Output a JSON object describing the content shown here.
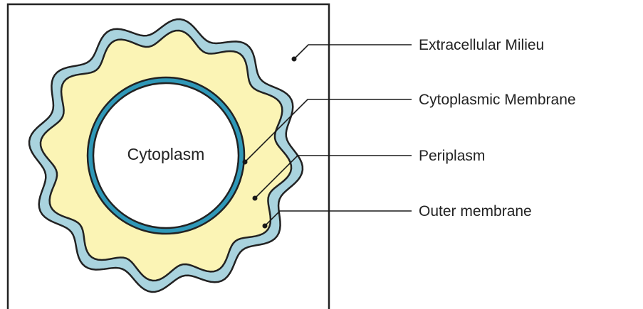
{
  "colors": {
    "outer_membrane": "#a9d3de",
    "periplasm": "#fbf4b5",
    "cytoplasmic_membrane": "#2f98b8",
    "cytoplasm": "#ffffff",
    "outline": "#222222"
  },
  "center_label": "Cytoplasm",
  "labels": [
    {
      "id": "extracellular",
      "text": "Extracellular Milieu"
    },
    {
      "id": "cytoplasmic-membrane",
      "text": "Cytoplasmic Membrane"
    },
    {
      "id": "periplasm",
      "text": "Periplasm"
    },
    {
      "id": "outer-membrane",
      "text": "Outer membrane"
    }
  ]
}
